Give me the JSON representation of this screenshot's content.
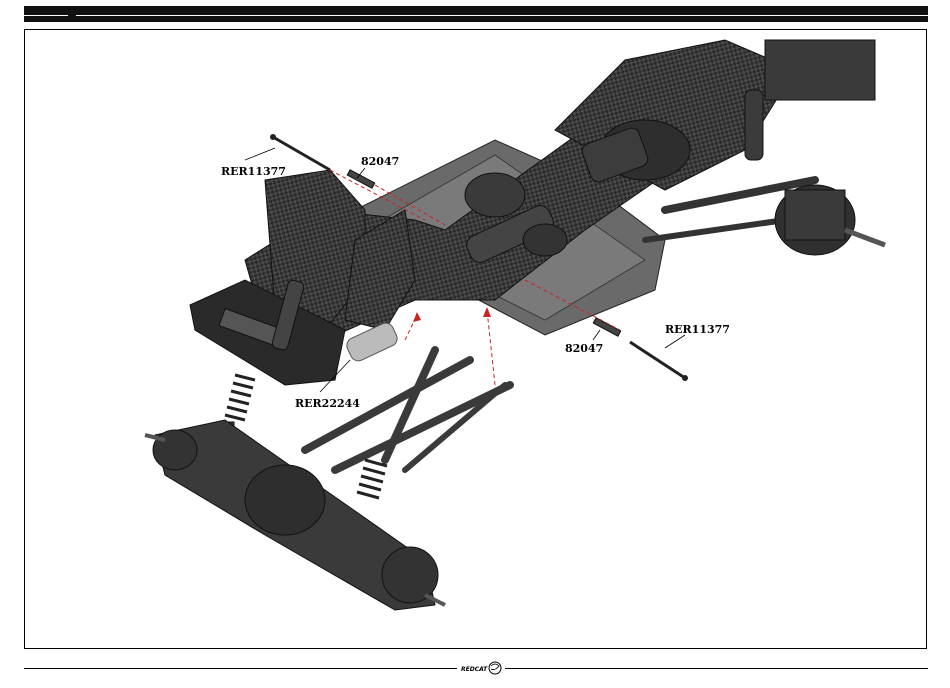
{
  "labels": {
    "bolt_top_left": "RER11377",
    "pin_top": "82047",
    "pin_right": "82047",
    "bolt_right": "RER11377",
    "spacer": "RER22244"
  },
  "footer": {
    "logo_text": "REDCAT"
  },
  "colors": {
    "frame": "#000000",
    "leader_lines": "#cc2222",
    "parts_dark": "#3a3a3a",
    "parts_light": "#8c8c8c"
  }
}
